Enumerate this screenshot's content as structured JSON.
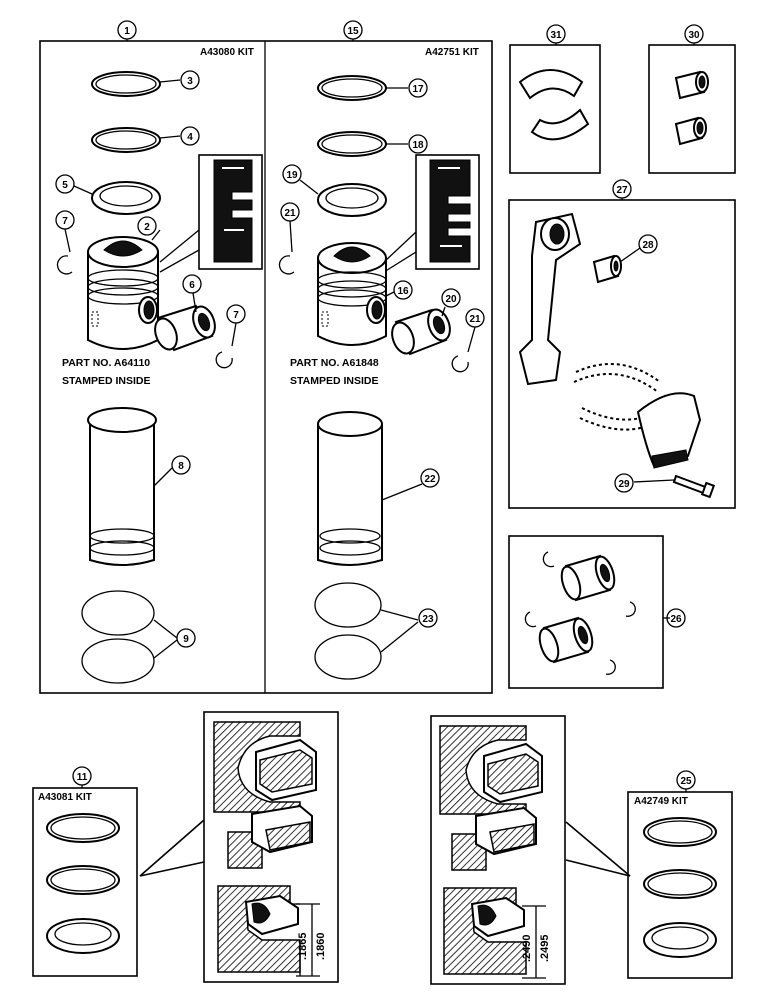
{
  "kits": {
    "left": "A43080 KIT",
    "right": "A42751 KIT",
    "rings_left": "A43081 KIT",
    "rings_right": "A42749 KIT"
  },
  "notes": {
    "left_part_line1": "PART NO. A64110",
    "left_part_line2": "STAMPED INSIDE",
    "right_part_line1": "PART NO. A61848",
    "right_part_line2": "STAMPED INSIDE"
  },
  "callouts": {
    "c1": "1",
    "c2": "2",
    "c3": "3",
    "c4": "4",
    "c5": "5",
    "c6": "6",
    "c7a": "7",
    "c7b": "7",
    "c8": "8",
    "c9": "9",
    "c11": "11",
    "c15": "15",
    "c16": "16",
    "c17": "17",
    "c18": "18",
    "c19": "19",
    "c20": "20",
    "c21a": "21",
    "c21b": "21",
    "c22": "22",
    "c23": "23",
    "c25": "25",
    "c26": "26",
    "c27": "27",
    "c28": "28",
    "c29": "29",
    "c30": "30",
    "c31": "31"
  },
  "dimensions": {
    "left_a": ".1865",
    "left_b": ".1860",
    "right_a": ".2490",
    "right_b": ".2495"
  }
}
